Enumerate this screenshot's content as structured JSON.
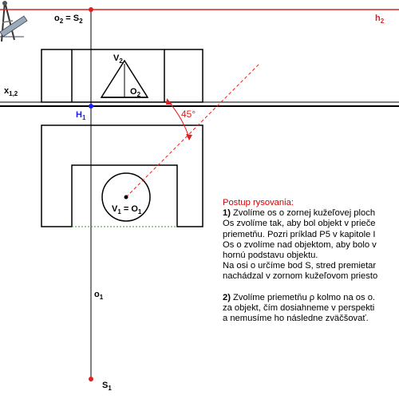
{
  "labels": {
    "o2_s2_a": "o",
    "o2_s2_sub1": "2",
    "o2_s2_b": " = S",
    "o2_s2_sub2": "2",
    "h2": "h",
    "h2_sub": "2",
    "x12": "x",
    "x12_sub": "1,2",
    "v2": "V",
    "v2_sub": "2",
    "O2": "O",
    "O2_sub": "2",
    "h1": "H",
    "h1_sub": "1",
    "angle": "45°",
    "v1o1_a": "V",
    "v1o1_sub1": "1",
    "v1o1_b": " = O",
    "v1o1_sub2": "1",
    "o1": "o",
    "o1_sub": "1",
    "s1": "S",
    "s1_sub": "1"
  },
  "text": {
    "heading": "Postup rysovania:",
    "l1_num": "1)",
    "l1": " Zvolíme os o zornej kužeľovej ploch",
    "l2": "Os zvolíme tak, aby bol objekt v prieče",
    "l3": "priemetňu. Pozri príklad P5 v kapitole I",
    "l4": "Os o zvolíme nad objektom, aby bolo v",
    "l5": "hornú podstavu objektu.",
    "l6": "Na osi o určíme bod S, stred premietar",
    "l7": "nachádzal v zornom kužeľovom priesto",
    "l8_num": "2)",
    "l8": " Zvolíme priemetňu ρ kolmo na os o.",
    "l9": "za objekt, čím dosiahneme v perspekti",
    "l10": "a nemusíme ho následne zväčšovať."
  },
  "colors": {
    "red": "#e02020",
    "blue": "#1a1aff",
    "green": "#3a9a3a",
    "black": "#000000"
  },
  "icons": {
    "compass": "compass-icon"
  }
}
